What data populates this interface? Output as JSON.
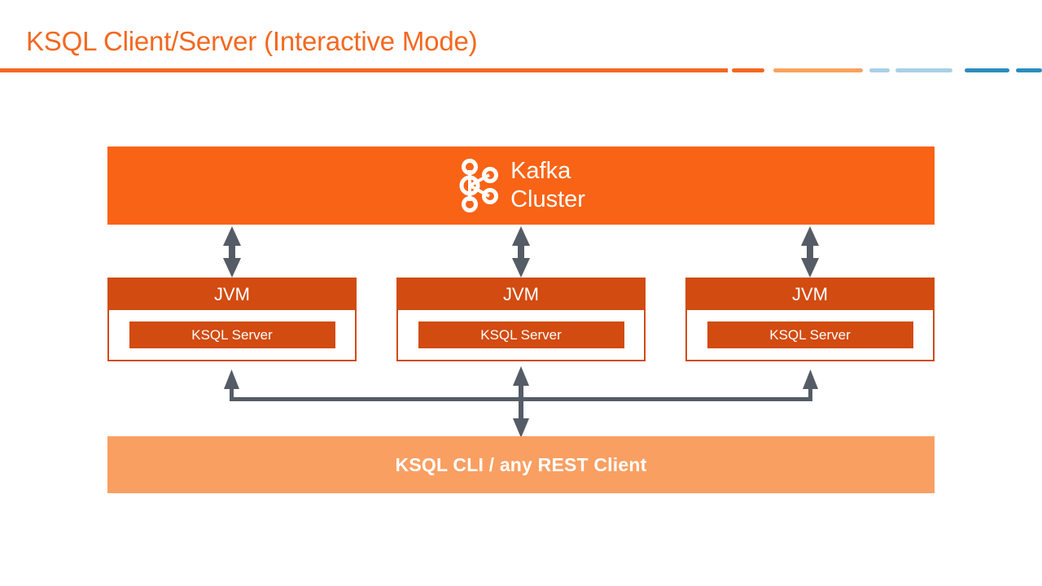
{
  "slide": {
    "title": "KSQL Client/Server (Interactive Mode)",
    "title_color": "#F4681F"
  },
  "decor": {
    "rule_color": "#F4681F",
    "dash_colors": [
      "#F4681F",
      "#F9A35E",
      "#A9D0E8",
      "#A9D0E8",
      "#2B8CBE",
      "#2B8CBE"
    ]
  },
  "diagram": {
    "kafka": {
      "label": "Kafka\nCluster",
      "icon": "kafka-logo-icon",
      "bg_color": "#F96316",
      "text_color": "#FFFFFF"
    },
    "jvms": [
      {
        "header": "JVM",
        "server": "KSQL Server"
      },
      {
        "header": "JVM",
        "server": "KSQL Server"
      },
      {
        "header": "JVM",
        "server": "KSQL Server"
      }
    ],
    "jvm_color": "#D24B10",
    "arrow_color": "#555C66",
    "client": {
      "label": "KSQL CLI / any REST Client",
      "bg_color": "#F99F62",
      "text_color": "#FFFFFF"
    }
  }
}
